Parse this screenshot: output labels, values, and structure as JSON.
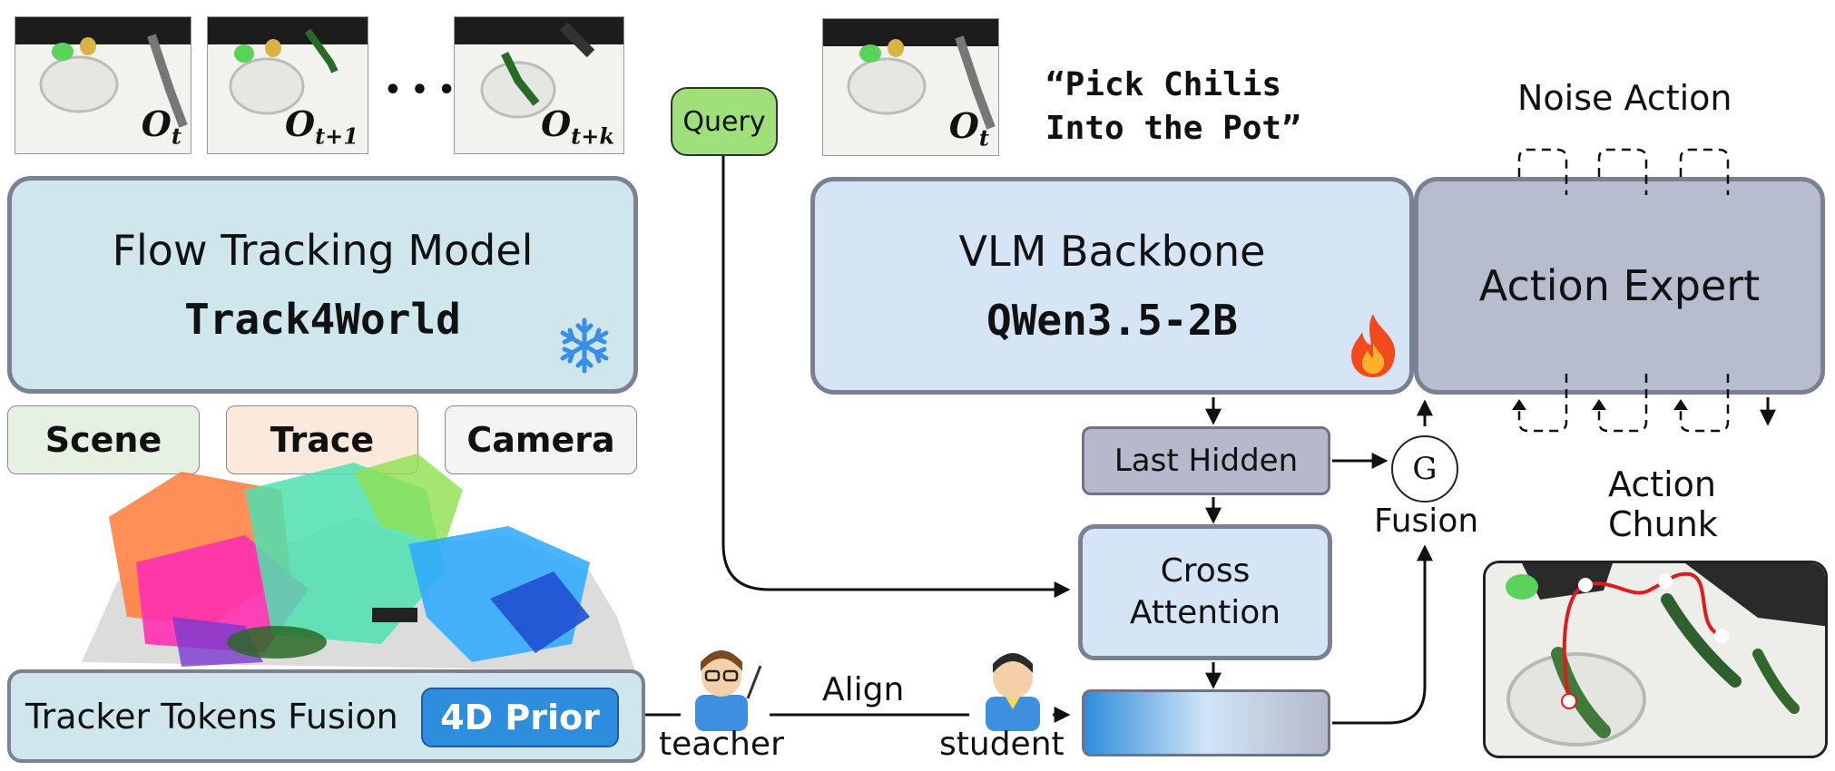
{
  "observations": {
    "obs_t": {
      "symbol": "O",
      "sub": "t"
    },
    "obs_t1": {
      "symbol": "O",
      "sub": "t+1"
    },
    "obs_tk": {
      "symbol": "O",
      "sub": "t+k"
    },
    "ellipsis": "• • •",
    "obs_right": {
      "symbol": "O",
      "sub": "t"
    }
  },
  "flow_model": {
    "name": "Flow Tracking Model",
    "id": "Track4World",
    "icon": "snowflake-icon"
  },
  "tags": {
    "scene": "Scene",
    "trace": "Trace",
    "camera": "Camera"
  },
  "tracker": {
    "label": "Tracker Tokens Fusion",
    "prior": "4D Prior"
  },
  "distill": {
    "teacher": "teacher",
    "student": "student",
    "align": "Align"
  },
  "query": "Query",
  "instruction": {
    "line1": "“Pick Chilis",
    "line2": "Into the Pot”"
  },
  "vlm": {
    "name": "VLM Backbone",
    "id": "QWen3.5-2B",
    "icon": "fire-icon"
  },
  "action_expert": {
    "name": "Action Expert"
  },
  "noise_action": "Noise Action",
  "action_chunk": "Action Chunk",
  "last_hidden": "Last Hidden",
  "cross_attention": {
    "line1": "Cross",
    "line2": "Attention"
  },
  "fusion": {
    "symbol": "G",
    "label": "Fusion"
  },
  "colors": {
    "flow_box": "#cfe7ec",
    "vlm_box": "#d6e5f6",
    "action_box": "#b8bccf",
    "query": "#9fe07a",
    "prior": "#2f8ddd",
    "scene_tag": "#e6f0e3",
    "trace_tag": "#fbeadb",
    "camera_tag": "#f4f4f4",
    "small_box_grey": "#b6b9cc",
    "cross_box": "#d6e5f6"
  }
}
